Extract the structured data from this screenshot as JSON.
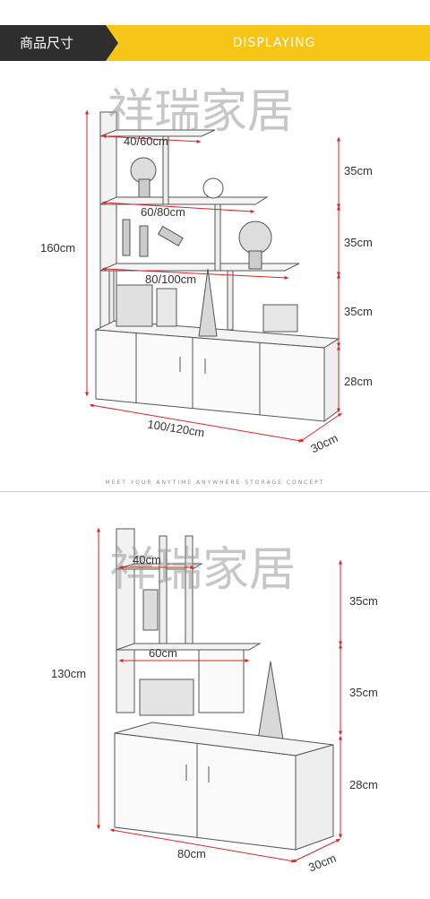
{
  "header": {
    "tag": "商品尺寸",
    "title": "DISPLAYING"
  },
  "watermark": "祥瑞家居",
  "divider_text": "MEET YOUR ANYTIME ANYWHERE STORAGE CONCEPT",
  "diagram1": {
    "total_height": "160cm",
    "shelf_heights": [
      "35cm",
      "35cm",
      "35cm",
      "28cm"
    ],
    "shelf_widths": [
      "40/60cm",
      "60/80cm",
      "80/100cm"
    ],
    "total_width": "100/120cm",
    "depth": "30cm"
  },
  "diagram2": {
    "total_height": "130cm",
    "shelf_heights": [
      "35cm",
      "35cm",
      "28cm"
    ],
    "shelf_widths": [
      "40cm",
      "60cm"
    ],
    "total_width": "80cm",
    "depth": "30cm"
  },
  "colors": {
    "header_yellow": "#f5c518",
    "tag_dark": "#2e2e2e",
    "dimension_red": "#d9262a"
  }
}
